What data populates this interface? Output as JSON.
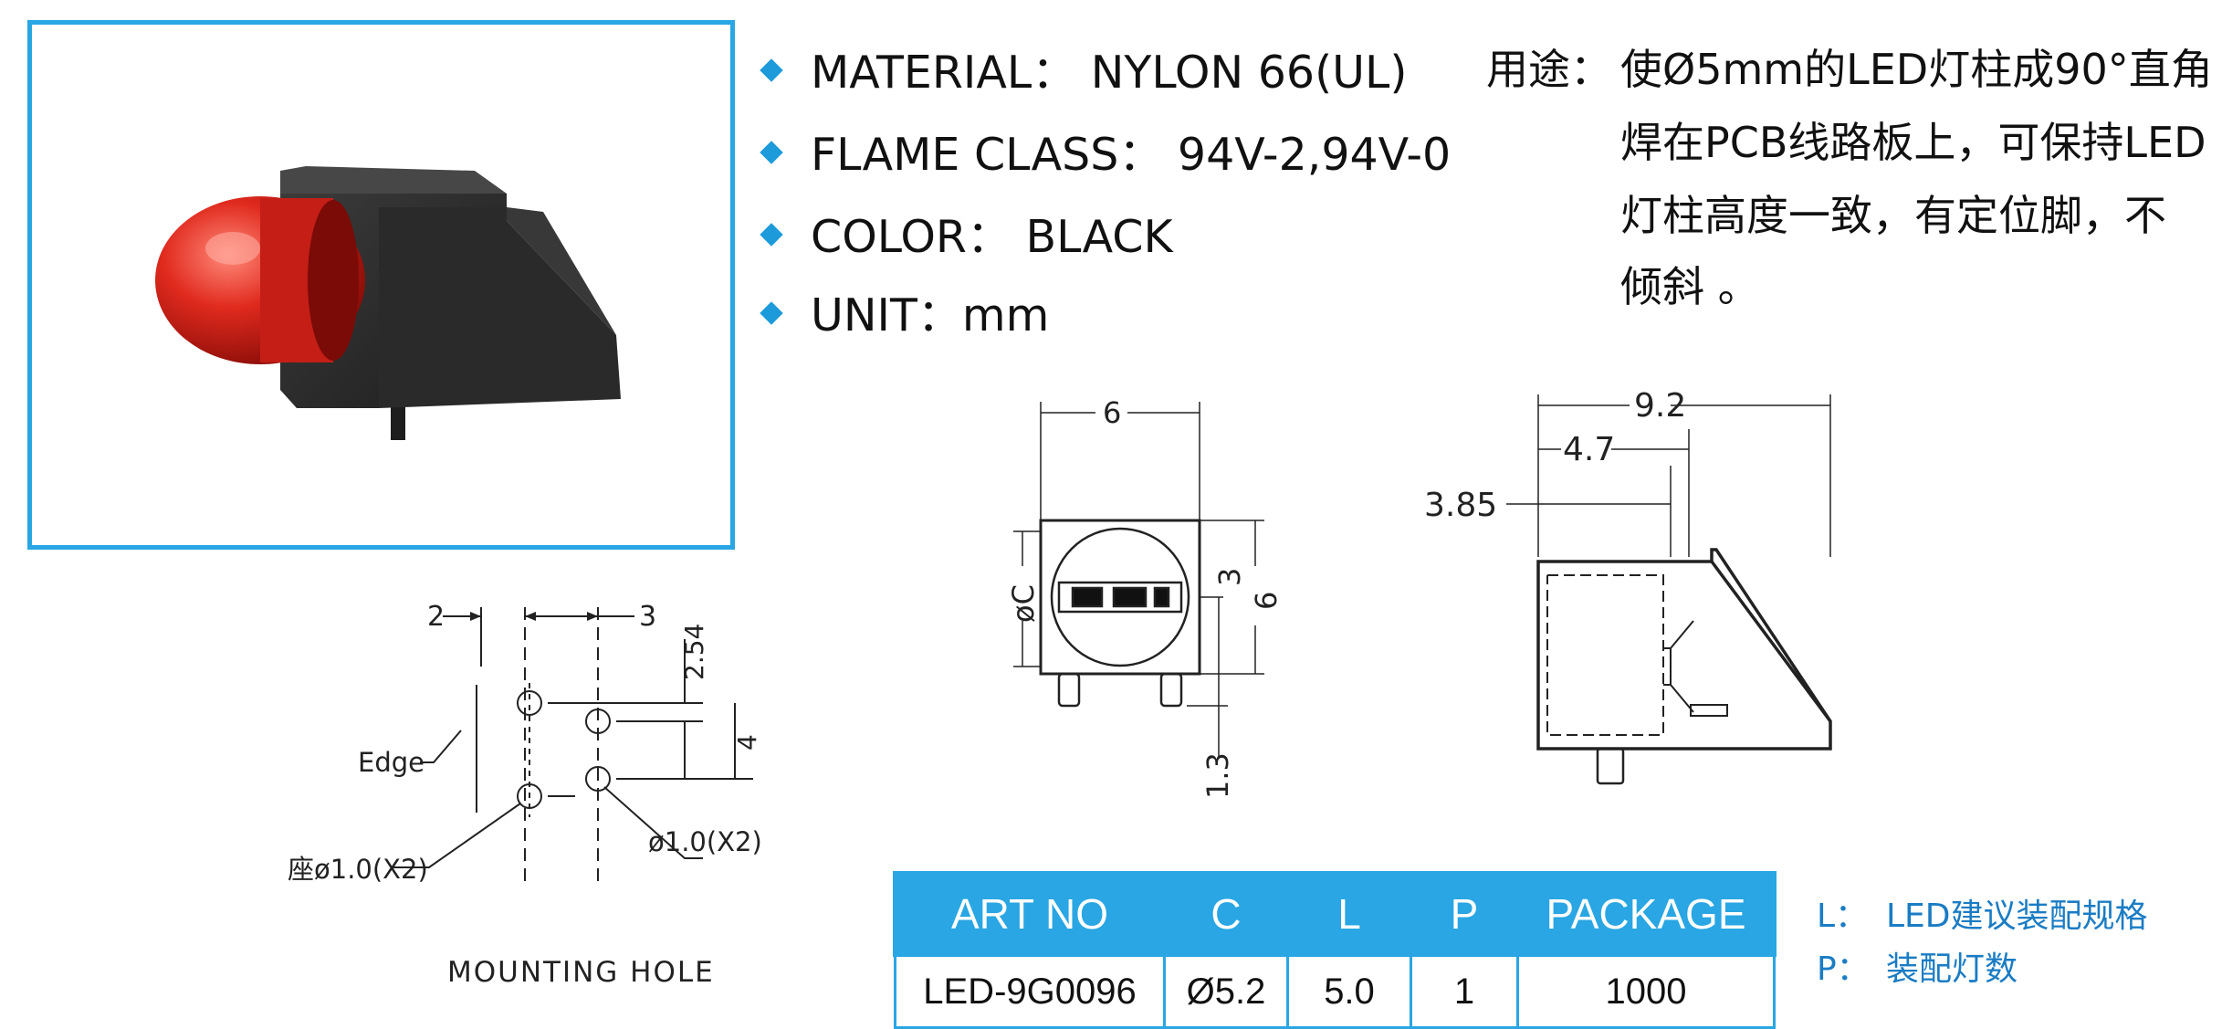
{
  "specs": [
    {
      "label": "MATERIAL：",
      "value": "NYLON 66(UL)"
    },
    {
      "label": "FLAME CLASS：",
      "value": "94V-2,94V-0"
    },
    {
      "label": "COLOR：",
      "value": "BLACK"
    },
    {
      "label": "UNIT：",
      "value": "mm"
    }
  ],
  "usage": {
    "label": "用途：",
    "lines": [
      "使Ø5mm的LED灯柱成90°直角",
      "焊在PCB线路板上，可保持LED",
      "灯柱高度一致，有定位脚，不",
      "倾斜 。"
    ]
  },
  "mounting": {
    "title": "MOUNTING  HOLE",
    "dim_2": "2",
    "dim_3": "3",
    "dim_254": "2.54",
    "dim_4": "4",
    "edge": "Edge",
    "hole_left": "座ø1.0(X2)",
    "hole_right": "ø1.0(X2)"
  },
  "front_view": {
    "width": "6",
    "diameter": "øC",
    "dim_3": "3",
    "height": "6",
    "pin": "1.3"
  },
  "side_view": {
    "total": "9.2",
    "offset": "4.7",
    "lead": "3.85"
  },
  "table": {
    "headers": [
      "ART NO",
      "C",
      "L",
      "P",
      "PACKAGE"
    ],
    "rows": [
      [
        "LED-9G0096",
        "Ø5.2",
        "5.0",
        "1",
        "1000"
      ]
    ]
  },
  "legend": [
    {
      "key": "L：",
      "text": "LED建议装配规格"
    },
    {
      "key": "P：",
      "text": "装配灯数"
    }
  ],
  "colors": {
    "accent": "#29a6e3",
    "led_red": "#d8261f",
    "body": "#2e2e2e"
  }
}
